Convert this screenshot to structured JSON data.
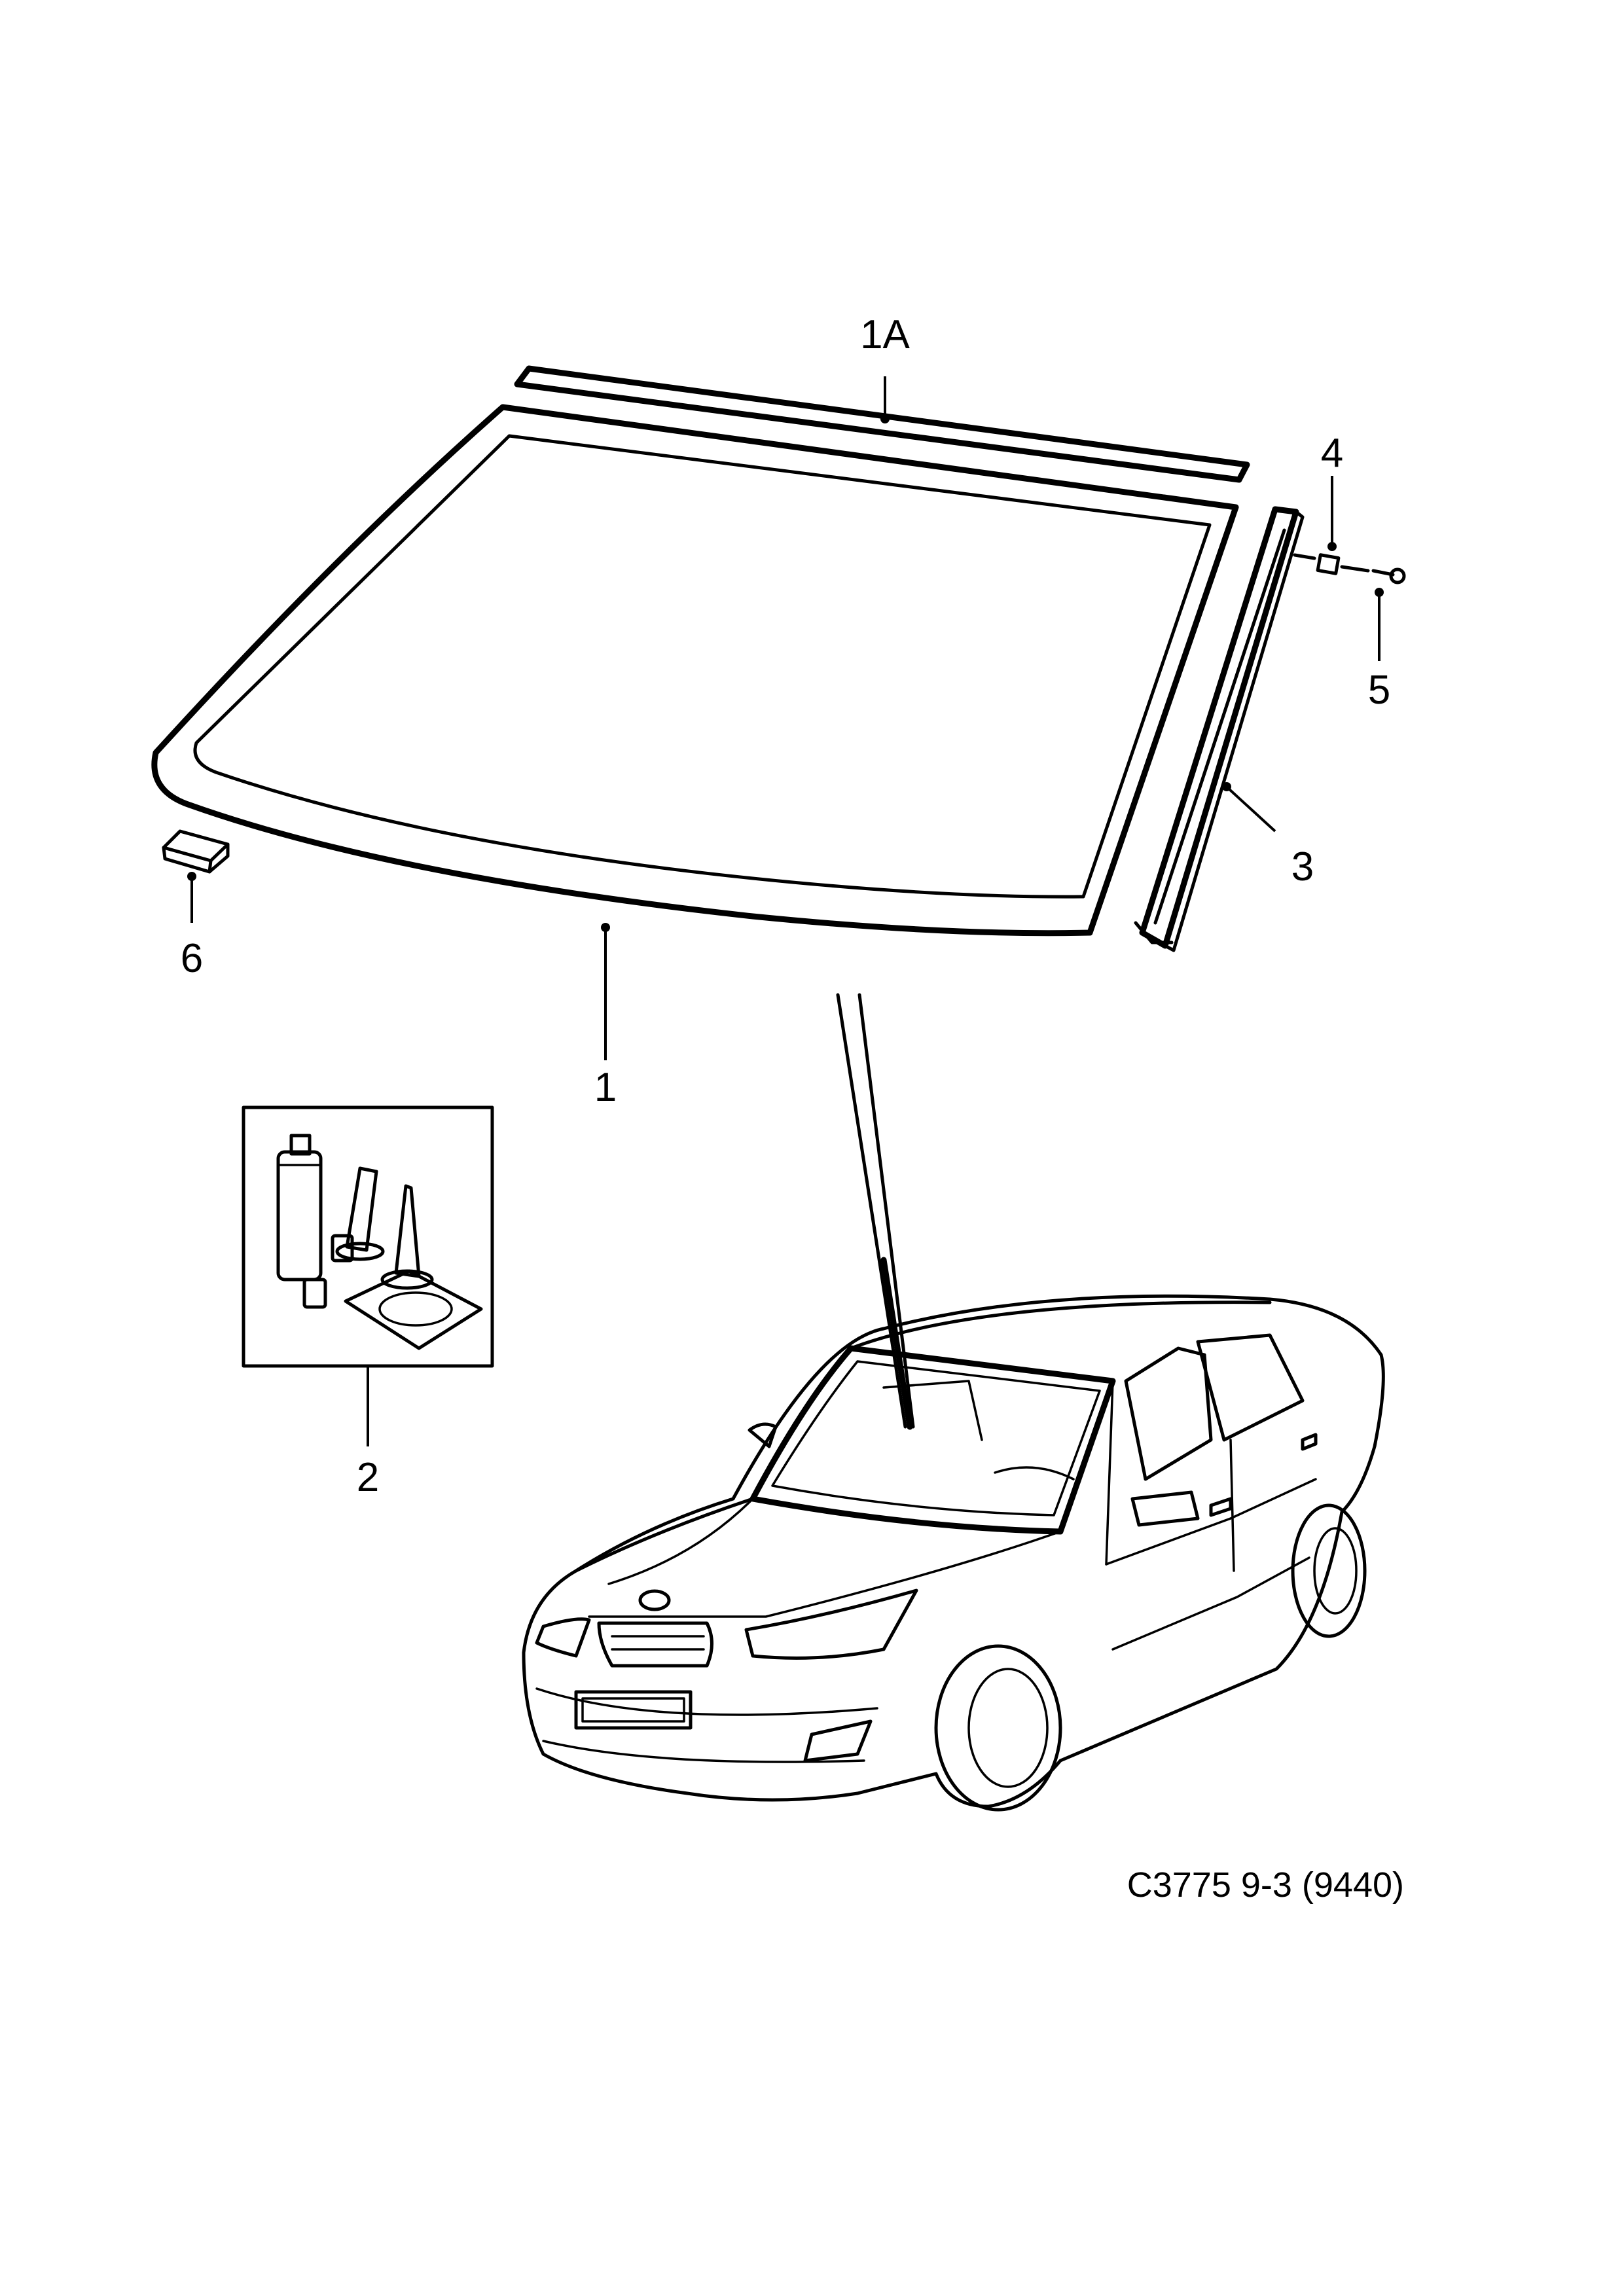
{
  "diagram": {
    "caption": "C3775 9-3 (9440)",
    "callouts": [
      {
        "id": "1A",
        "label": "1A"
      },
      {
        "id": "1",
        "label": "1"
      },
      {
        "id": "2",
        "label": "2"
      },
      {
        "id": "3",
        "label": "3"
      },
      {
        "id": "4",
        "label": "4"
      },
      {
        "id": "5",
        "label": "5"
      },
      {
        "id": "6",
        "label": "6"
      }
    ]
  }
}
